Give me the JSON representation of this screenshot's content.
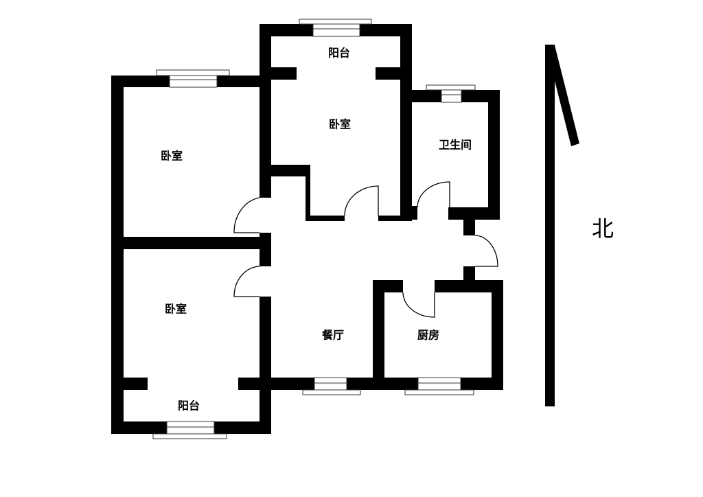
{
  "rooms": {
    "balcony_north": "阳台",
    "bedroom_west_north": "卧室",
    "bedroom_center": "卧室",
    "bathroom": "卫生间",
    "bedroom_west_south": "卧室",
    "dining": "餐厅",
    "kitchen": "厨房",
    "balcony_south": "阳台"
  },
  "compass": {
    "label": "北"
  }
}
